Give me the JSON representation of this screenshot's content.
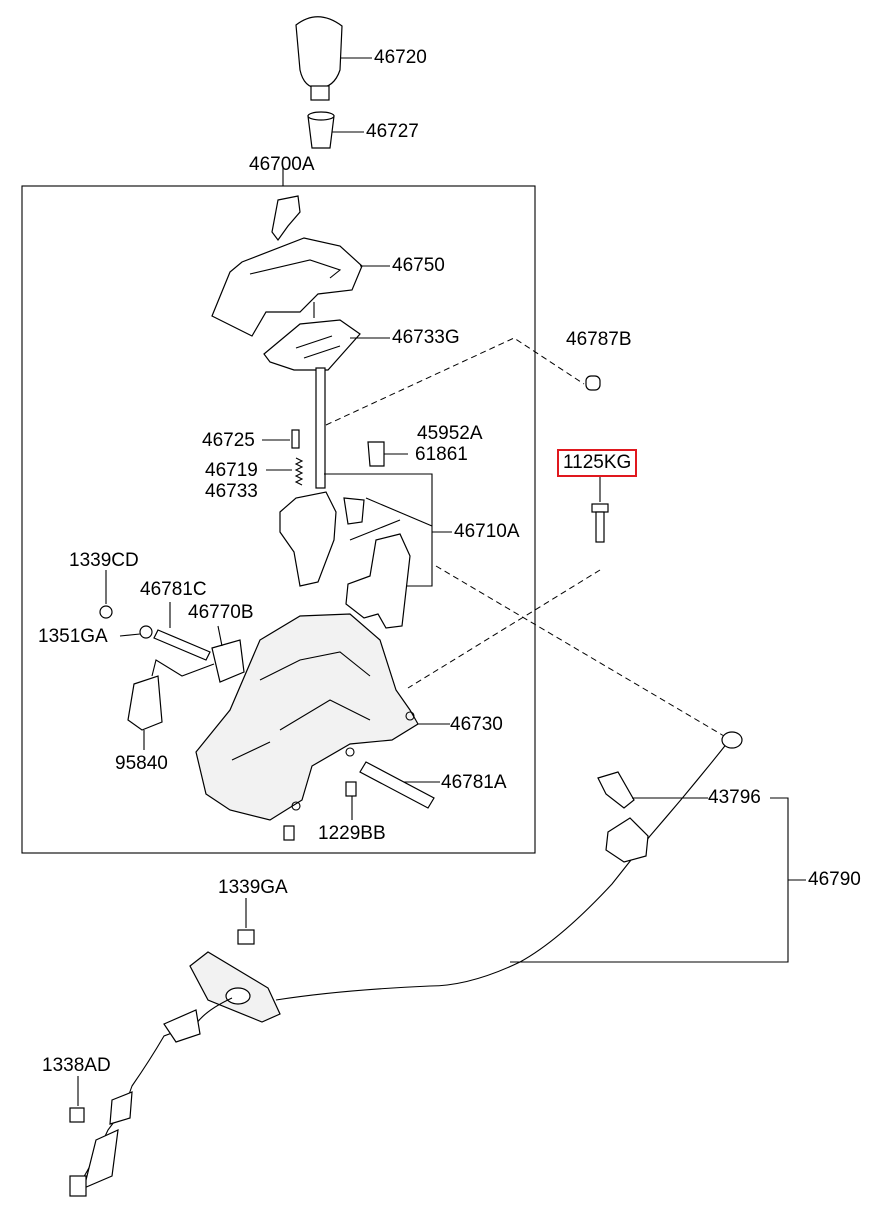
{
  "callouts": {
    "knob": "46720",
    "boot": "46727",
    "assembly": "46700A",
    "indicator_cover": "46750",
    "indicator_plate": "46733G",
    "plug": "46787B",
    "pin": "46725",
    "spring_a": "46719",
    "spring_b": "46733",
    "clip_a": "45952A",
    "clip_b": "61861",
    "bolt_highlighted": "1125KG",
    "lever_assy": "46710A",
    "nut_a": "1339CD",
    "shaft_c": "46781C",
    "solenoid": "46770B",
    "washer": "1351GA",
    "bracket": "46730",
    "switch": "95840",
    "shaft_a": "46781A",
    "screw": "1229BB",
    "clip_cable": "43796",
    "cable_assy": "46790",
    "nut_b": "1339GA",
    "nut_c": "1338AD"
  },
  "colors": {
    "highlight_border": "#e0181e",
    "line": "#000000",
    "background": "#ffffff"
  }
}
